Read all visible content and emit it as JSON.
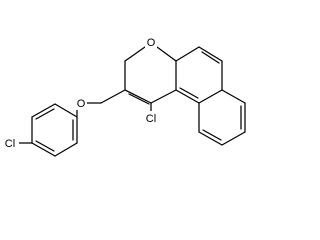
{
  "molecule": {
    "atoms": {
      "ring_oxygen": "O",
      "ether_oxygen": "O",
      "ring_chlorine": "Cl",
      "aryl_chlorine": "Cl"
    }
  }
}
